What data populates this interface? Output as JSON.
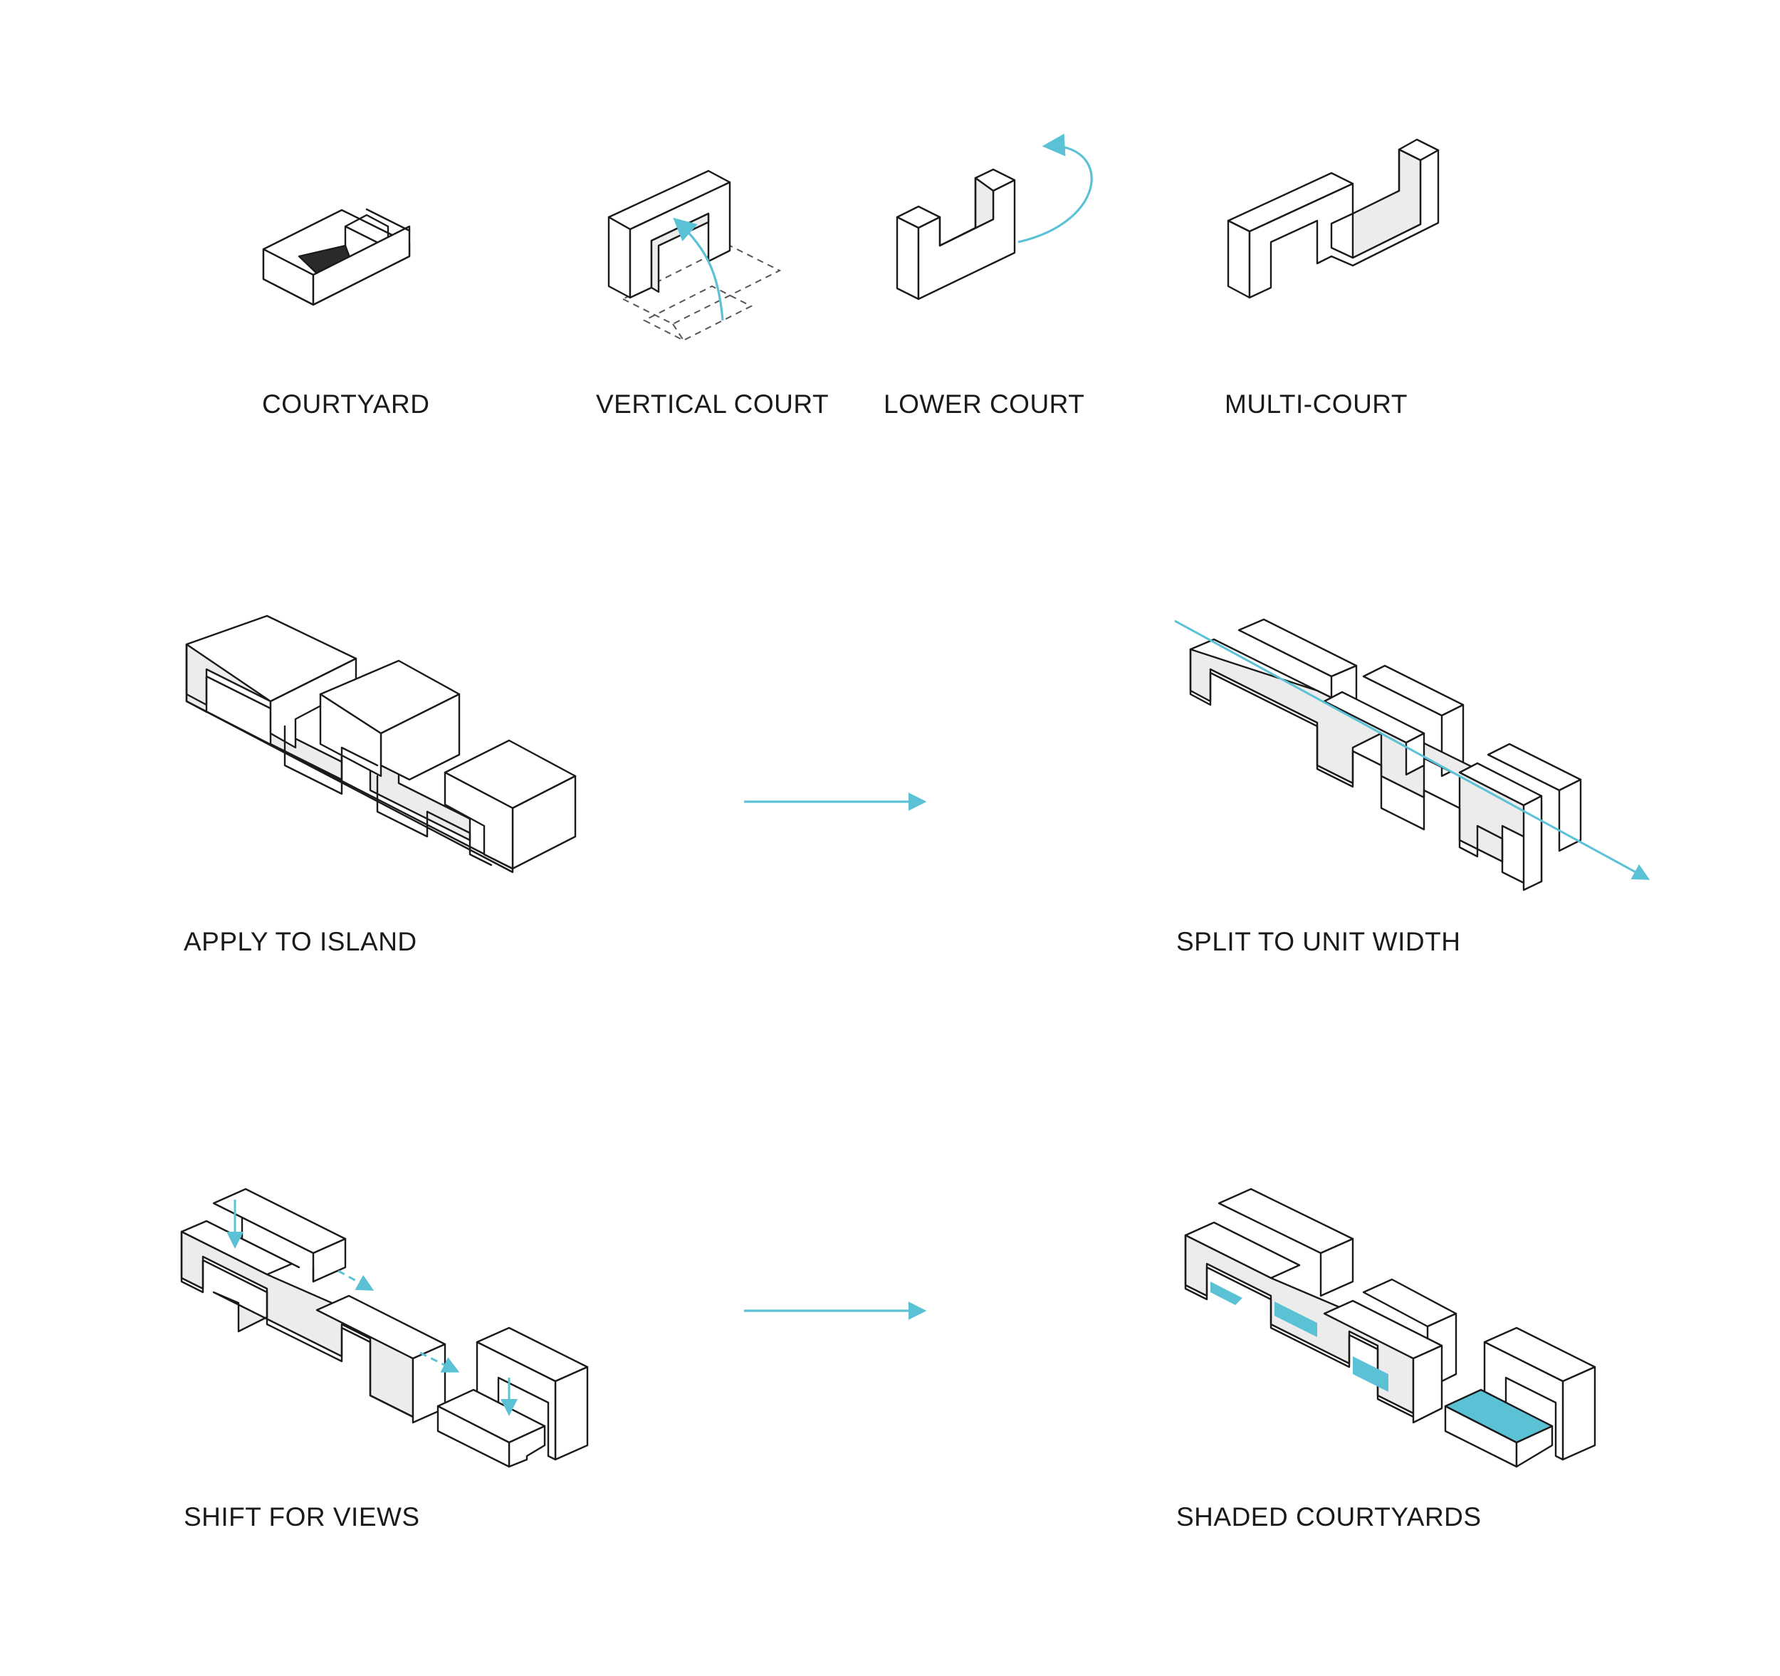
{
  "labels": {
    "courtyard": "COURTYARD",
    "vertical_court": "VERTICAL COURT",
    "lower_court": "LOWER COURT",
    "multi_court": "MULTI-COURT",
    "apply_to_island": "APPLY TO ISLAND",
    "split_to_unit_width": "SPLIT TO UNIT WIDTH",
    "shift_for_views": "SHIFT FOR VIEWS",
    "shaded_courtyards": "SHADED COURTYARDS"
  },
  "colors": {
    "accent": "#5bc2d6",
    "line": "#1a1a1a",
    "shade": "#ececec",
    "dark": "#2a2a2a"
  }
}
